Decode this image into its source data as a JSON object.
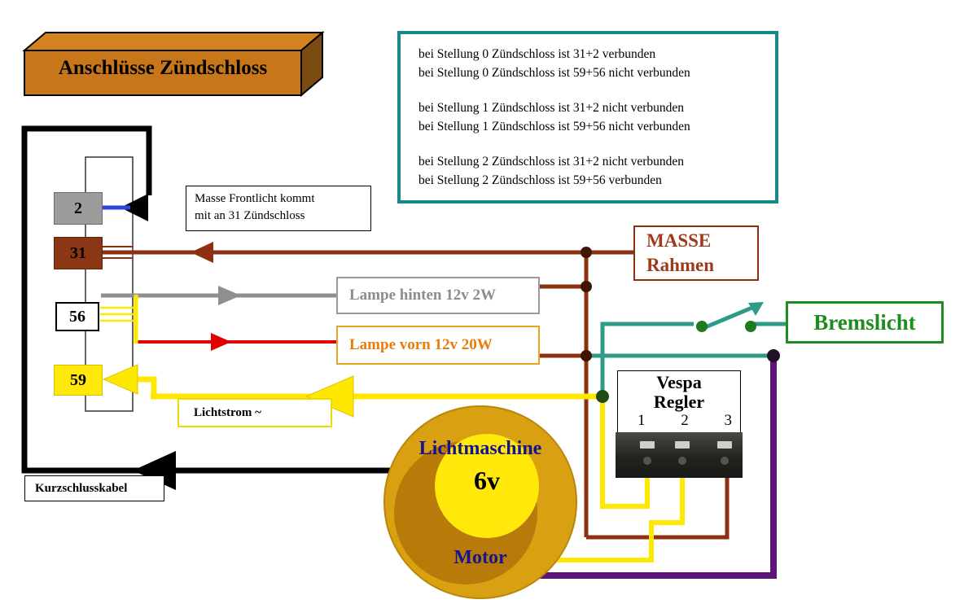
{
  "title": {
    "label": "Anschlüsse Zündschloss"
  },
  "info_box": {
    "lines": [
      "bei Stellung 0 Zündschloss ist 31+2 verbunden",
      "bei Stellung 0 Zündschloss ist 59+56 nicht verbunden",
      "",
      "bei Stellung 1 Zündschloss ist 31+2 nicht verbunden",
      "bei Stellung 1 Zündschloss ist 59+56 nicht verbunden",
      "",
      "bei Stellung 2 Zündschloss ist 31+2 nicht verbunden",
      "bei Stellung 2 Zündschloss ist 59+56  verbunden"
    ]
  },
  "terminals": {
    "c2": "2",
    "c31": "31",
    "c56": "56",
    "c59": "59"
  },
  "boxes": {
    "masse_frontlicht": {
      "line1": "Masse Frontlicht kommt",
      "line2": "mit an 31 Zündschloss"
    },
    "lampe_hinten": {
      "label": "Lampe hinten 12v 2W"
    },
    "lampe_vorn": {
      "label": "Lampe vorn 12v 20W"
    },
    "masse_rahmen": {
      "line1": "MASSE",
      "line2": "Rahmen"
    },
    "bremslicht": {
      "label": "Bremslicht"
    },
    "lichtstrom": {
      "label": "Lichtstrom ~"
    },
    "kurzschluss": {
      "label": "Kurzschlusskabel"
    },
    "regler": {
      "line1": "Vespa",
      "line2": "Regler",
      "pins": [
        "1",
        "2",
        "3"
      ]
    },
    "generator": {
      "name": "Lichtmaschine",
      "voltage": "6v",
      "motor": "Motor"
    }
  },
  "colors": {
    "title_box_orange": "#C8761A",
    "title_box_side": "#7A4A10",
    "info_border_teal": "#16898C",
    "wire_black": "#000000",
    "wire_brown": "#8B3010",
    "wire_gray": "#8F8F8F",
    "wire_red": "#E00000",
    "wire_yellow": "#FFE800",
    "wire_blue": "#2B48D8",
    "wire_teal": "#2E9B86",
    "wire_purple": "#5E1478",
    "bremslicht_green": "#1E8C1E",
    "masse_brown": "#9E3A1A",
    "generator_gold": "#D9A011",
    "generator_bright": "#FFE80A"
  }
}
